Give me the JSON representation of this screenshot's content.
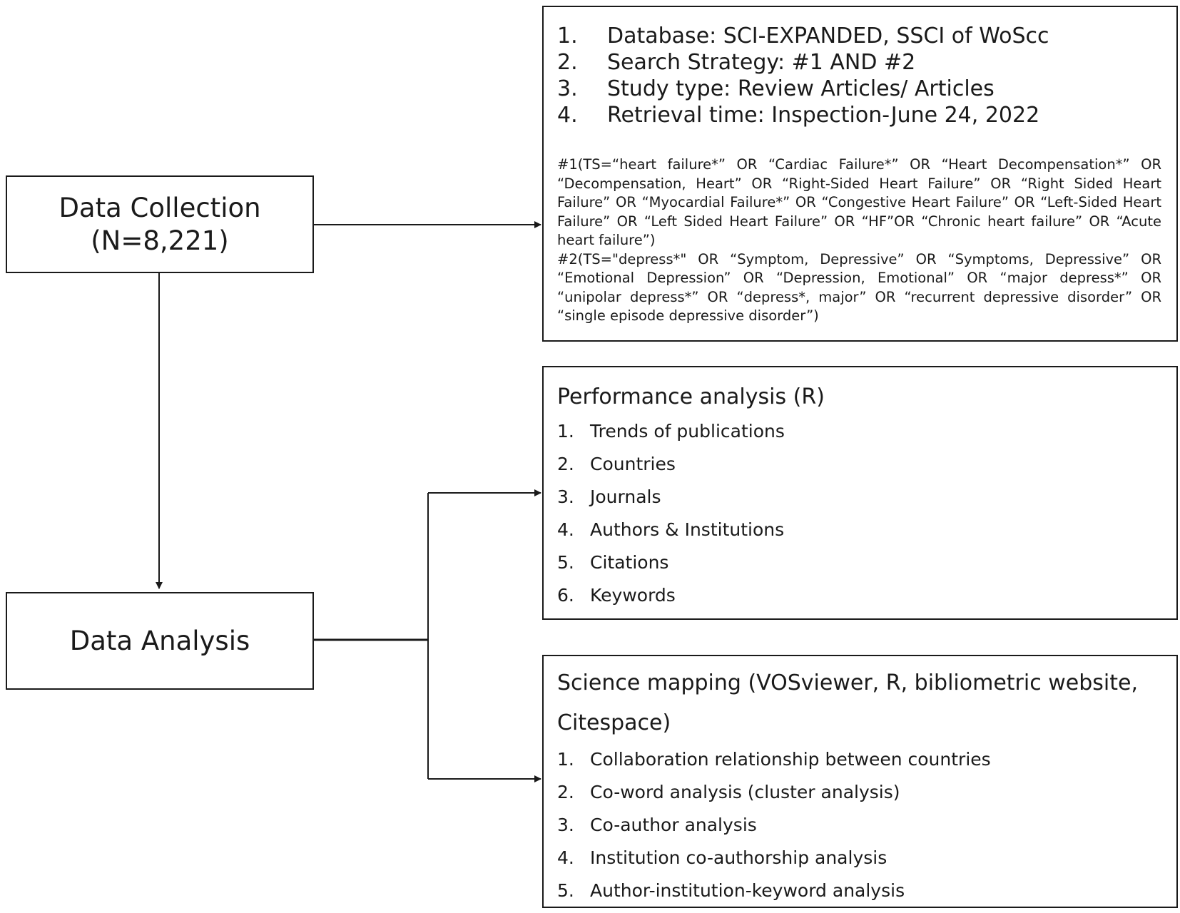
{
  "collection": {
    "title": "Data Collection",
    "count": "(N=8,221)"
  },
  "analysis": {
    "title": "Data Analysis"
  },
  "search": {
    "items": [
      {
        "num": "1.",
        "text": "Database: SCI-EXPANDED, SSCI of WoScc"
      },
      {
        "num": "2.",
        "text": "Search Strategy: #1 AND #2"
      },
      {
        "num": "3.",
        "text": "Study type: Review Articles/ Articles"
      },
      {
        "num": "4.",
        "text": "Retrieval time: Inspection-June 24, 2022"
      }
    ],
    "query1": "#1(TS=“heart failure*” OR “Cardiac Failure*” OR “Heart Decompensation*” OR “Decompensation, Heart” OR “Right-Sided Heart Failure” OR “Right Sided Heart Failure” OR “Myocardial Failure*” OR “Congestive Heart Failure” OR “Left-Sided Heart Failure” OR “Left Sided Heart Failure” OR “HF”OR “Chronic heart failure” OR “Acute heart failure”)",
    "query2": "#2(TS=\"depress*\" OR “Symptom, Depressive” OR “Symptoms, Depressive” OR “Emotional Depression” OR “Depression, Emotional” OR “major depress*” OR “unipolar depress*” OR “depress*, major” OR “recurrent depressive disorder” OR “single episode depressive disorder”)"
  },
  "performance": {
    "title": "Performance analysis (R)",
    "items": [
      {
        "num": "1.",
        "text": "Trends of publications"
      },
      {
        "num": "2.",
        "text": "Countries"
      },
      {
        "num": "3.",
        "text": "Journals"
      },
      {
        "num": "4.",
        "text": "Authors & Institutions"
      },
      {
        "num": "5.",
        "text": "Citations"
      },
      {
        "num": "6.",
        "text": "Keywords"
      }
    ]
  },
  "mapping": {
    "title": "Science mapping (VOSviewer, R, bibliometric website, Citespace)",
    "items": [
      {
        "num": "1.",
        "text": "Collaboration relationship between countries"
      },
      {
        "num": "2.",
        "text": "Co-word analysis (cluster analysis)"
      },
      {
        "num": "3.",
        "text": "Co-author analysis"
      },
      {
        "num": "4.",
        "text": "Institution co-authorship analysis"
      },
      {
        "num": "5.",
        "text": "Author-institution-keyword analysis"
      }
    ]
  }
}
